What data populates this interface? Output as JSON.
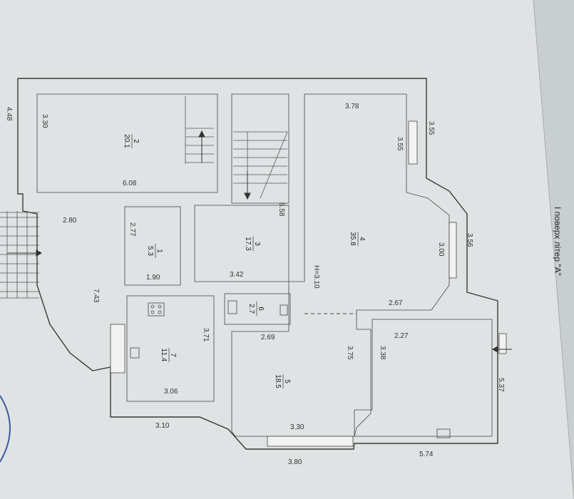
{
  "title": "I поверх літер \"А\"",
  "rooms": [
    {
      "id": "r2",
      "number": "2",
      "area": "20.1"
    },
    {
      "id": "r1",
      "number": "1",
      "area": "5.3"
    },
    {
      "id": "r3",
      "number": "3",
      "area": "17.3"
    },
    {
      "id": "r4",
      "number": "4",
      "area": "35.8"
    },
    {
      "id": "r6",
      "number": "6",
      "area": "2.7"
    },
    {
      "id": "r7",
      "number": "7",
      "area": "11.4"
    },
    {
      "id": "r5",
      "number": "5",
      "area": "18.5"
    }
  ],
  "dimensions": {
    "d_448": "4.48",
    "d_330": "3.30",
    "d_608": "6.08",
    "d_378": "3.78",
    "d_355a": "3.55",
    "d_355b": "3.55",
    "d_280": "2.80",
    "d_277": "2.77",
    "d_190": "1.90",
    "d_658": "6.58",
    "d_342": "3.42",
    "d_356": "3.56",
    "d_300": "3.00",
    "d_743": "7.43",
    "d_310h": "H=3.10",
    "d_267": "2.67",
    "d_227": "2.27",
    "d_371": "3.71",
    "d_269": "2.69",
    "d_375": "3.75",
    "d_338": "3.38",
    "d_537": "5.37",
    "d_306": "3.06",
    "d_310": "3.10",
    "d_330b": "3.30",
    "d_380": "3.80",
    "d_574": "5.74"
  }
}
